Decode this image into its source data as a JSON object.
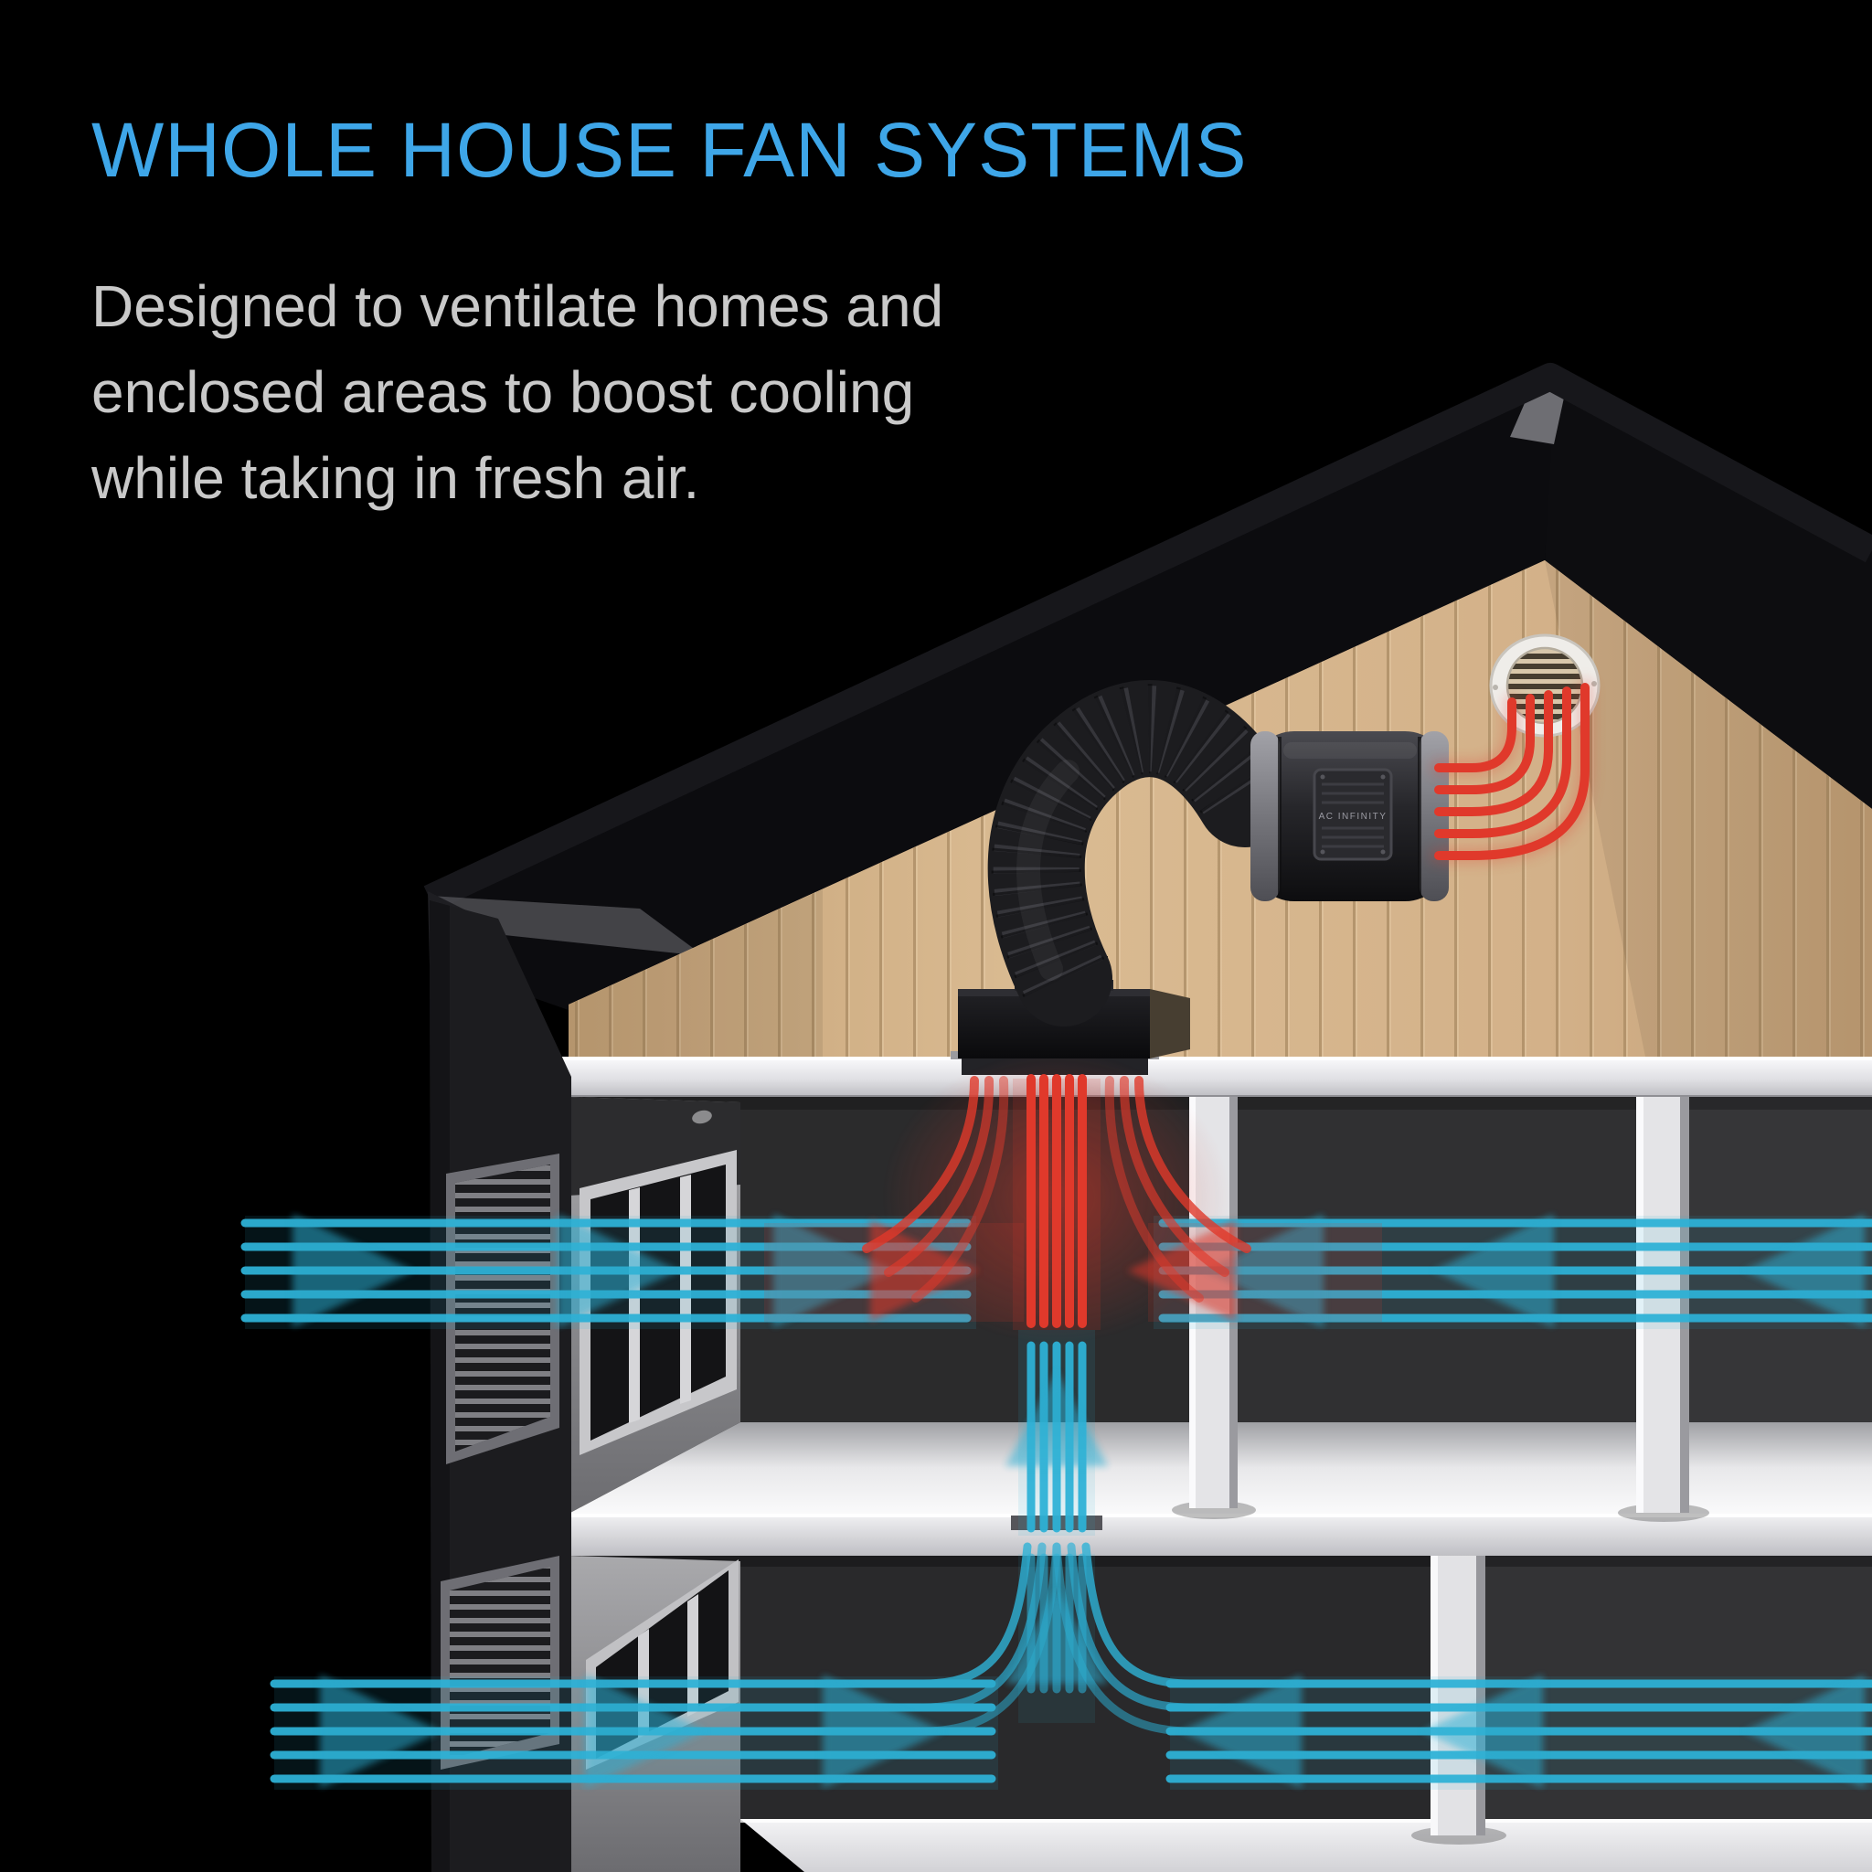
{
  "header": {
    "title": "WHOLE HOUSE FAN SYSTEMS",
    "description_lines": [
      "Designed to ventilate homes and",
      "enclosed areas to boost cooling",
      "while taking in fresh air."
    ]
  },
  "illustration": {
    "fan_brand_label": "AC INFINITY",
    "parts": {
      "exhaust_vent": "circular gable wall vent",
      "fan": "inline duct fan",
      "duct": "flexible corrugated duct elbow",
      "plenum": "ceiling mount fan box",
      "intake_airflow": "cyan arrows - fresh air drawn in through windows on both floors",
      "exhaust_airflow": "red arrows - hot air pushed up through attic fan and out the gable vent"
    }
  },
  "colors": {
    "accent_blue": "#3EA6E8",
    "text_gray": "#C9C9C9",
    "intake_cyan": "#2EB1D6",
    "exhaust_red": "#E0392B",
    "wood_tan": "#D3B189",
    "wood_line": "#A98B63",
    "roof_black": "#0F0F12",
    "floor_white": "#EFEFF1",
    "wall_gray": "#8F8F92",
    "room_dark": "#2E2E30",
    "duct_black": "#1C1C1F",
    "ring_silver": "#8B8B90",
    "vent_white": "#EFEDE9"
  }
}
